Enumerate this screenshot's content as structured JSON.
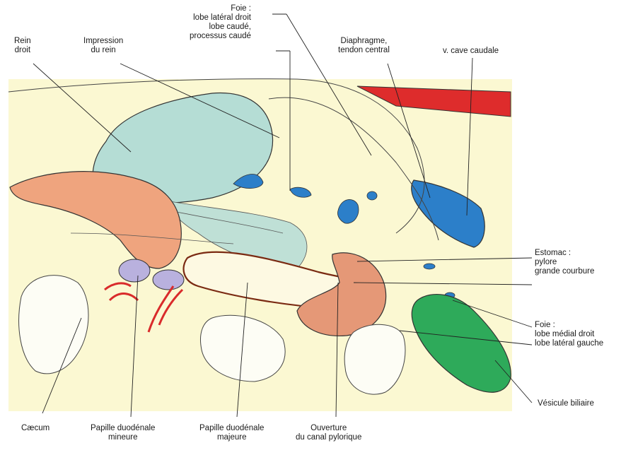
{
  "labels": {
    "rein_droit": [
      "Rein",
      "droit"
    ],
    "impression_rein": [
      "Impression",
      "du rein"
    ],
    "foie_top": [
      "Foie :",
      "lobe latéral droit",
      "lobe caudé,",
      "processus caudé"
    ],
    "diaphragme": [
      "Diaphragme,",
      "tendon central"
    ],
    "v_cave": "v. cave caudale",
    "estomac": [
      "Estomac :",
      "pylore",
      "grande courbure"
    ],
    "foie_right": [
      "Foie :",
      "lobe médial droit",
      "lobe latéral gauche"
    ],
    "vesicule": "Vésicule biliaire",
    "caecum": "Cæcum",
    "papille_mineure": [
      "Papille duodénale",
      "mineure"
    ],
    "papille_majeure": [
      "Papille duodénale",
      "majeure"
    ],
    "ouverture": [
      "Ouverture",
      "du canal pylorique"
    ]
  },
  "colors": {
    "background_panel": "#fbf8d2",
    "kidney": "#b5ddd5",
    "duodenum": "#efa47e",
    "pylorus": "#e59877",
    "vena_cava": "#2c7fc9",
    "gallbladder": "#2eaa5a",
    "artery": "#d92b2b",
    "papilla": "#b9b1de",
    "outline": "#3b3b3b"
  }
}
